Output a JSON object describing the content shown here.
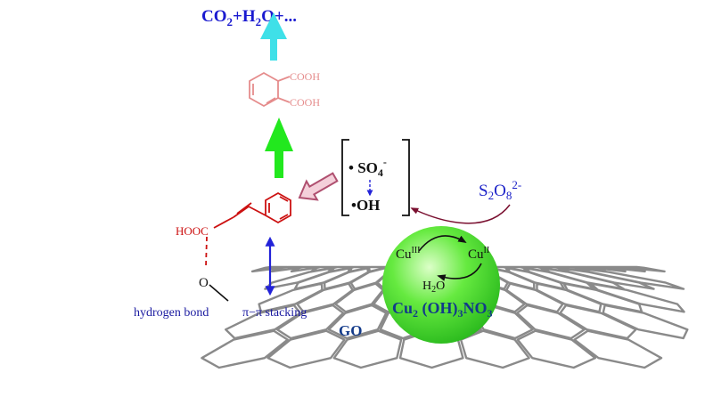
{
  "products": "CO2+H2O+...",
  "intermediate": {
    "group_top": "COOH",
    "group_bottom": "COOH"
  },
  "radicals": {
    "sulfate": "• SO4-",
    "hydroxyl": "•OH"
  },
  "persulfate": "S2O82-",
  "reactant_group": "HOOC",
  "oxygen_atom": "O",
  "catalyst": {
    "label": "Cu2 (OH)3NO3",
    "cu_high": "CuIII",
    "cu_low": "CuII",
    "water": "H2O"
  },
  "labels": {
    "hydrogen_bond": "hydrogen bond",
    "pi_stacking": "π−π stacking",
    "support": "GO"
  },
  "colors": {
    "products": "#1a1ad0",
    "cyan_arrow": "#3fe0e8",
    "green_arrow": "#22e81e",
    "intermediate": "#e58c8c",
    "reactant": "#cc1111",
    "radical_arrow": "#2222d8",
    "persulfate": "#1c22c8",
    "pink_arrow": "#c07088",
    "curve_arrow": "#7a1030",
    "catalyst_sphere": "#5ee83a",
    "catalyst_text": "#123a8a",
    "support_text": "#123a8a",
    "stacking_arrow": "#2222d8",
    "graphene": "#8a8a8a",
    "label_blue": "#1a1aa0"
  }
}
